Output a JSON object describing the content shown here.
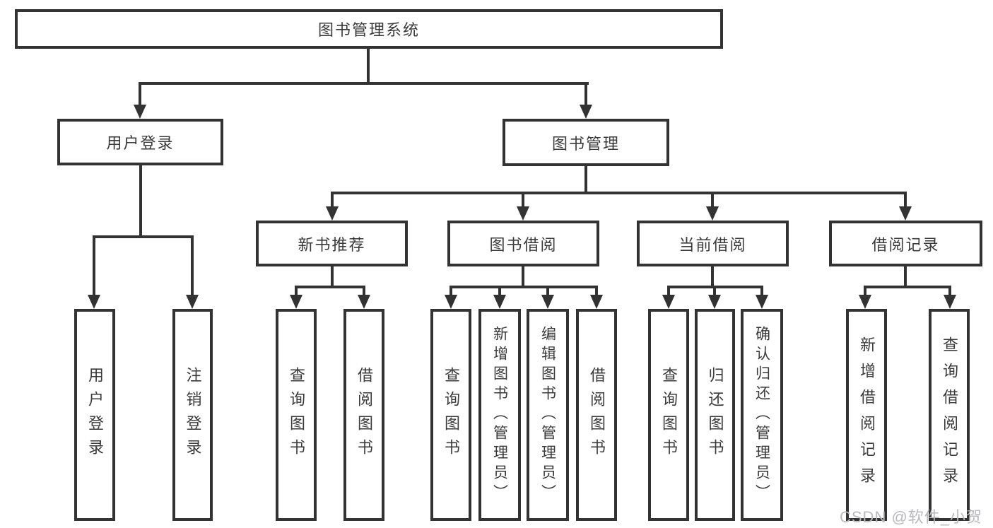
{
  "tree": {
    "label": "图书管理系统",
    "children": [
      {
        "label": "用户登录",
        "children": [
          {
            "label": "用户登录"
          },
          {
            "label": "注销登录"
          }
        ]
      },
      {
        "label": "图书管理",
        "children": [
          {
            "label": "新书推荐",
            "children": [
              {
                "label": "查询图书"
              },
              {
                "label": "借阅图书"
              }
            ]
          },
          {
            "label": "图书借阅",
            "children": [
              {
                "label": "查询图书"
              },
              {
                "label": "新增图书（管理员）"
              },
              {
                "label": "编辑图书（管理员）"
              },
              {
                "label": "借阅图书"
              }
            ]
          },
          {
            "label": "当前借阅",
            "children": [
              {
                "label": "查询图书"
              },
              {
                "label": "归还图书"
              },
              {
                "label": "确认归还（管理员）"
              }
            ]
          },
          {
            "label": "借阅记录",
            "children": [
              {
                "label": "新增借阅记录"
              },
              {
                "label": "查询借阅记录"
              }
            ]
          }
        ]
      }
    ]
  },
  "watermark": {
    "text": "CSDN @软件_小贺同学"
  },
  "colors": {
    "line": "#333333",
    "text": "#3a3a3a",
    "watermark": "#b9b9bf",
    "background": "#ffffff"
  }
}
